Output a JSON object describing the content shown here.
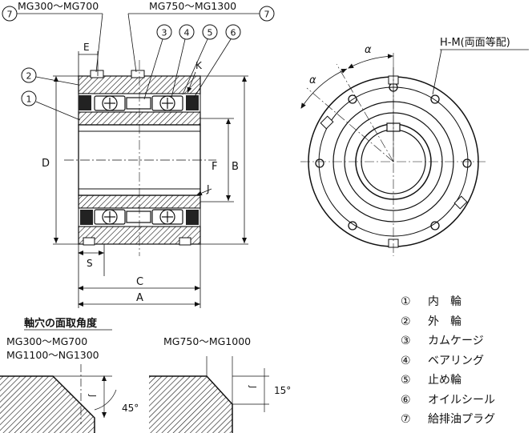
{
  "labels": {
    "series_left": "MG300～MG700",
    "series_right": "MG750～MG1300",
    "hm": "H-M(両面等配)",
    "alpha": "α",
    "dim_E": "E",
    "dim_K": "K",
    "dim_D": "D",
    "dim_F": "F",
    "dim_B": "B",
    "dim_J": "J",
    "dim_S": "S",
    "dim_C": "C",
    "dim_A": "A",
    "part_numbers": [
      "①",
      "②",
      "③",
      "④",
      "⑤",
      "⑥",
      "⑦"
    ]
  },
  "chamfer": {
    "title": "軸穴の面取角度",
    "left_line1": "MG300～MG700",
    "left_line2": "MG1100～NG1300",
    "left_angle": "45°",
    "right_title": "MG750～MG1000",
    "right_angle": "15°",
    "j_label": "J"
  },
  "legend": [
    {
      "num": "①",
      "name": "内　輪"
    },
    {
      "num": "②",
      "name": "外　輪"
    },
    {
      "num": "③",
      "name": "カムケージ"
    },
    {
      "num": "④",
      "name": "ベアリング"
    },
    {
      "num": "⑤",
      "name": "止め輪"
    },
    {
      "num": "⑥",
      "name": "オイルシール"
    },
    {
      "num": "⑦",
      "name": "給排油プラグ"
    }
  ]
}
